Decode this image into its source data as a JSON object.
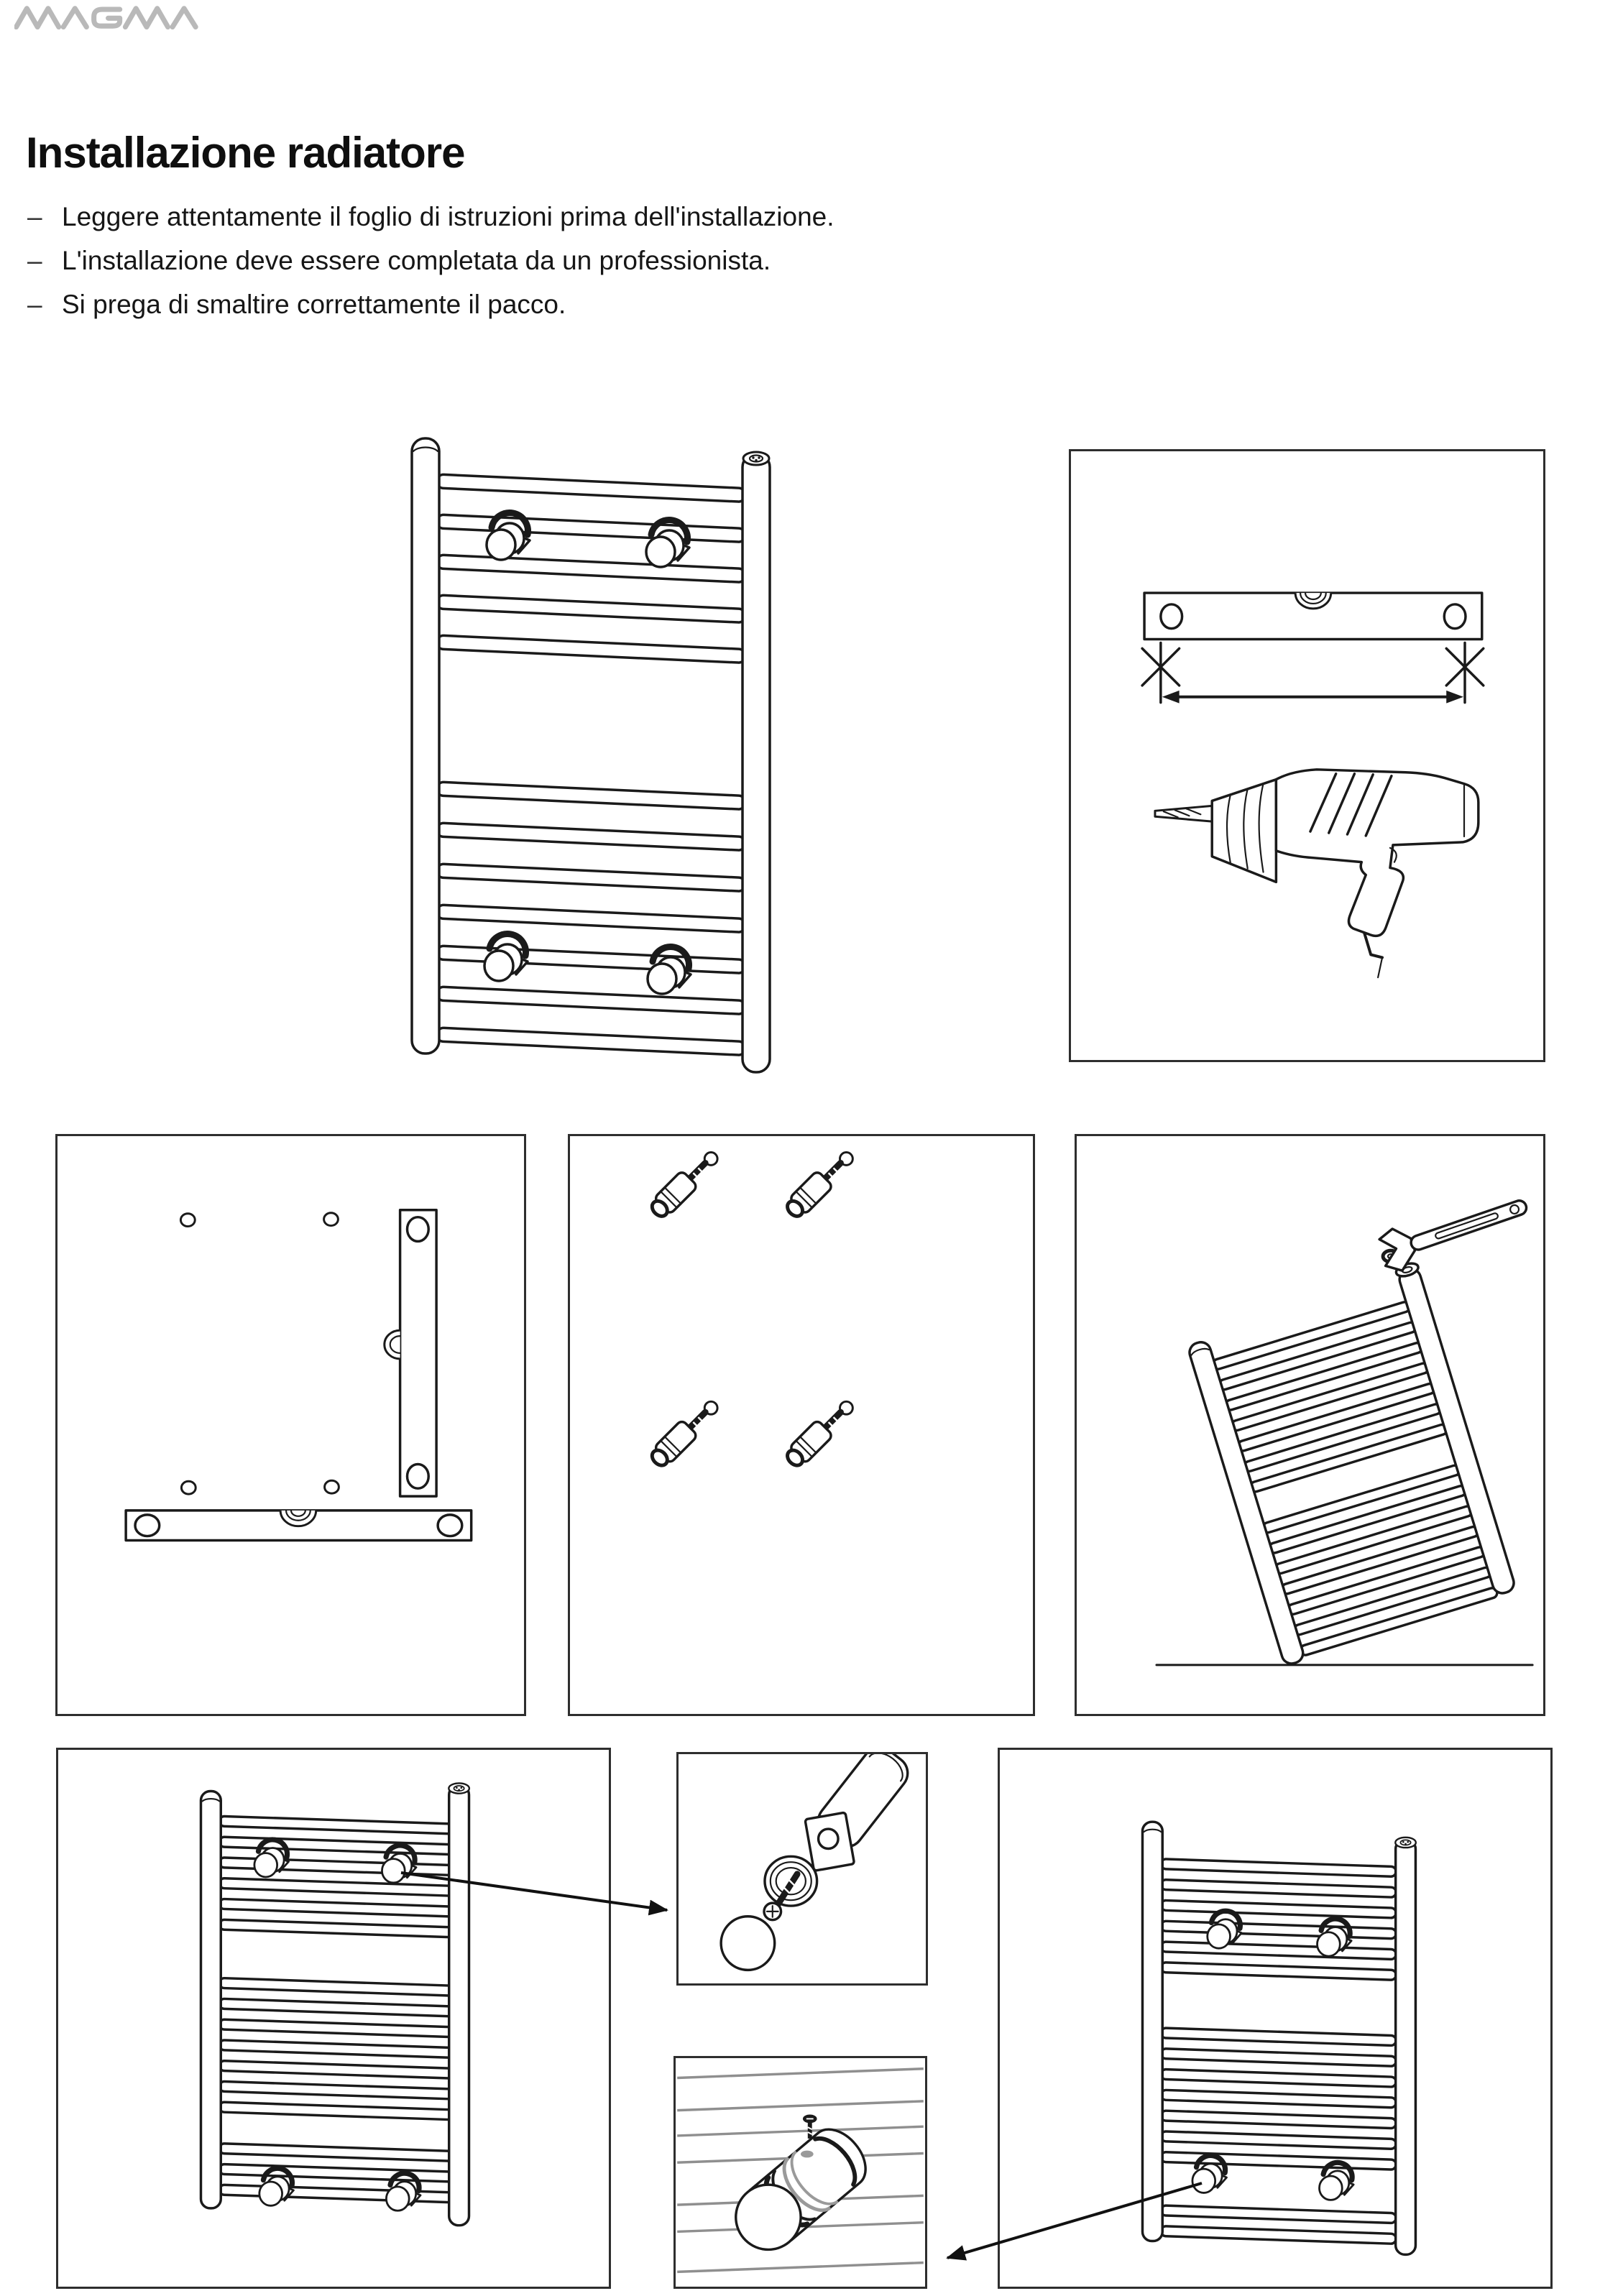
{
  "logo": {
    "text": "MAGMA"
  },
  "page": {
    "title": "Installazione radiatore"
  },
  "intro": {
    "dash": "–",
    "items": [
      "Leggere attentamente il foglio di istruzioni prima dell'installazione.",
      "L'installazione deve essere completata da un professionista.",
      "Si prega di smaltire correttamente il pacco."
    ]
  },
  "figures": {
    "hero": "towel-radiator-with-brackets",
    "marking": "spirit-level-marking-and-drill",
    "holes": "wall-holes-with-levels",
    "anchors": "wall-plugs-and-screws",
    "vent": "tilted-radiator-wrench-air-vent",
    "hang_upper": "radiator-upper-bracket-arrow",
    "detail_exploded": "bracket-exploded-view",
    "detail_mounted": "bracket-mounted-on-tube",
    "hang_lower": "radiator-lower-bracket-arrow"
  },
  "colors": {
    "line": "#1a1a1a",
    "logo_gray": "#b9b9b9",
    "panel_border": "#2e2e2e",
    "detail_gray": "#8f8f8f"
  }
}
